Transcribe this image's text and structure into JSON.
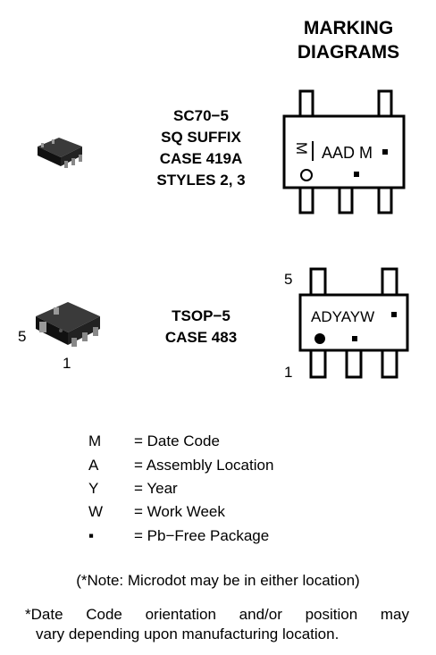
{
  "heading": {
    "line1": "MARKING",
    "line2": "DIAGRAMS"
  },
  "sc70": {
    "label_lines": [
      "SC70−5",
      "SQ SUFFIX",
      "CASE 419A",
      "STYLES 2, 3"
    ],
    "marking_text": "AAD M",
    "side_marking": "M"
  },
  "tsop": {
    "label_lines": [
      "TSOP−5",
      "CASE 483"
    ],
    "marking_text": "ADYAYW",
    "pin_top_label": "5",
    "pin_bottom_label": "1",
    "photo_pin5_label": "5",
    "photo_pin1_label": "1"
  },
  "legend": [
    {
      "symbol": "M",
      "definition": "= Date Code"
    },
    {
      "symbol": "A",
      "definition": "= Assembly Location"
    },
    {
      "symbol": "Y",
      "definition": "= Year"
    },
    {
      "symbol": "W",
      "definition": "= Work Week"
    },
    {
      "symbol": "▪",
      "definition": "= Pb−Free Package"
    }
  ],
  "notes": {
    "microdot": "(*Note: Microdot may be in either location)",
    "date_code_line1": "*Date Code orientation and/or position may",
    "date_code_line2": "vary depending upon manufacturing location."
  }
}
